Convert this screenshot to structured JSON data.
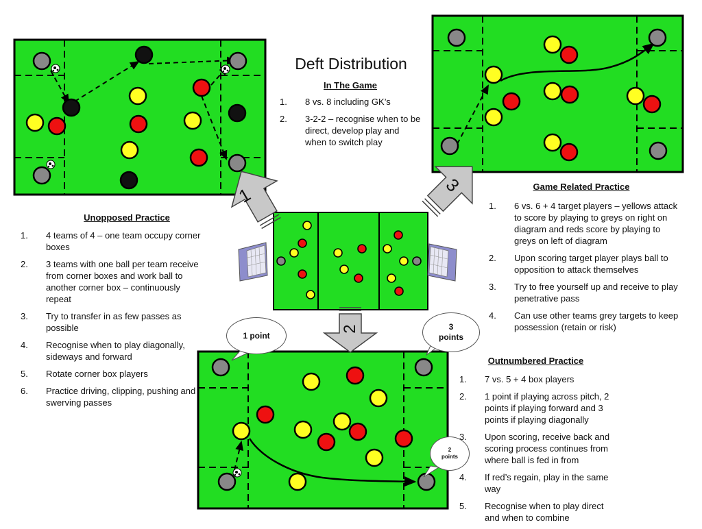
{
  "title": "Deft Distribution",
  "in_the_game": {
    "heading": "In The Game",
    "items": [
      {
        "num": "1.",
        "text": "8 vs. 8 including GK’s"
      },
      {
        "num": "2.",
        "text": "3-2-2 – recognise when to be direct, develop play and when to switch play"
      }
    ]
  },
  "unopposed": {
    "heading": "Unopposed Practice",
    "arrow_label": "1",
    "items": [
      {
        "num": "1.",
        "text": "4 teams of 4 – one team occupy corner boxes"
      },
      {
        "num": "2.",
        "text": "3 teams with one ball per team receive from corner boxes and work ball to another corner box – continuously repeat"
      },
      {
        "num": "3.",
        "text": "Try to transfer in as few passes as possible"
      },
      {
        "num": "4.",
        "text": "Recognise when to play diagonally, sideways and forward"
      },
      {
        "num": "5.",
        "text": "Rotate corner box players"
      },
      {
        "num": "6.",
        "text": "Practice driving, clipping, pushing and swerving passes"
      }
    ]
  },
  "game_related": {
    "heading": "Game Related Practice",
    "arrow_label": "3",
    "items": [
      {
        "num": "1.",
        "text": "6 vs. 6 + 4 target players – yellows attack to score by playing to greys on right on diagram and reds score by playing to greys on left of diagram"
      },
      {
        "num": "2.",
        "text": "Upon scoring target player plays ball to opposition to attack themselves"
      },
      {
        "num": "3.",
        "text": "Try to free yourself up and receive to play penetrative pass"
      },
      {
        "num": "4.",
        "text": "Can use other teams grey targets to keep possession (retain or risk)"
      }
    ]
  },
  "outnumbered": {
    "heading": "Outnumbered Practice",
    "arrow_label": "2",
    "bubbles": {
      "one_point": "1 point",
      "three_points": "3 points",
      "two_points": "2 points"
    },
    "items": [
      {
        "num": "1.",
        "text": "7 vs. 5 + 4 box players"
      },
      {
        "num": "2.",
        "text": "1 point if playing across pitch, 2 points if playing forward and 3 points if playing diagonally"
      },
      {
        "num": "3.",
        "text": "Upon scoring, receive back and scoring process continues from where ball is fed in from"
      },
      {
        "num": "4.",
        "text": "If red’s regain, play in the same way"
      },
      {
        "num": "5.",
        "text": "Recognise when to play direct and when to combine"
      }
    ]
  },
  "colors": {
    "pitch": "#22dd22",
    "yellow_player": "#ffff22",
    "red_player": "#ee1111",
    "grey_player": "#888888",
    "black_player": "#111111",
    "arrow_fill": "#c8c8c8"
  }
}
